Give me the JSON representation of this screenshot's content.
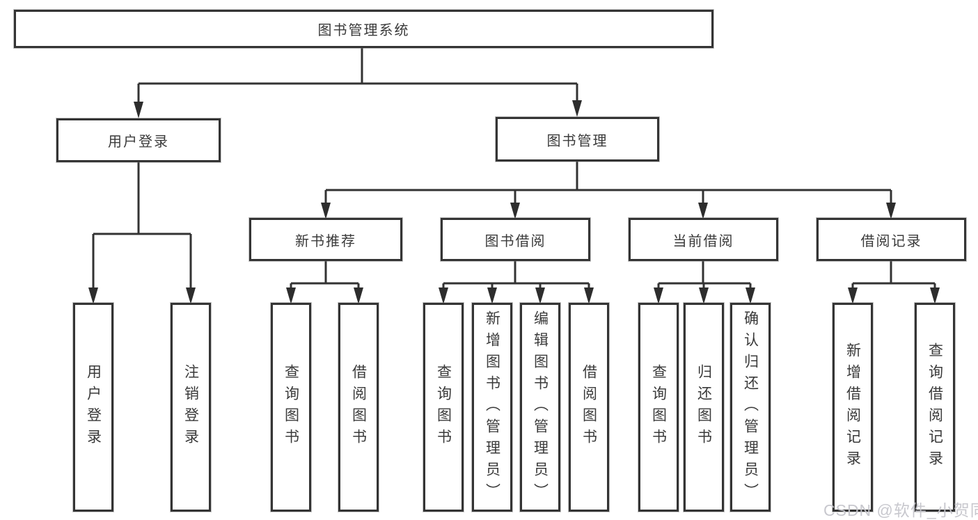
{
  "tree": {
    "root": {
      "label": "图书管理系统"
    },
    "level2": [
      {
        "label": "用户登录",
        "children": [
          "用户登录",
          "注销登录"
        ]
      },
      {
        "label": "图书管理"
      }
    ],
    "level3": [
      {
        "label": "新书推荐",
        "parent": "图书管理",
        "children": [
          "查询图书",
          "借阅图书"
        ]
      },
      {
        "label": "图书借阅",
        "parent": "图书管理",
        "children": [
          "查询图书",
          "新增图书（管理员）",
          "编辑图书（管理员）",
          "借阅图书"
        ]
      },
      {
        "label": "当前借阅",
        "parent": "图书管理",
        "children": [
          "查询图书",
          "归还图书",
          "确认归还（管理员）"
        ]
      },
      {
        "label": "借阅记录",
        "parent": "图书管理",
        "children": [
          "新增借阅记录",
          "查询借阅记录"
        ]
      }
    ]
  },
  "watermark": {
    "text": "CSDN @软件_小贺同学"
  },
  "colors": {
    "background": "#ffffff",
    "line": "#333333",
    "box_border": "#343434",
    "text": "#3a3a3a",
    "watermark": "#c5c5cb"
  }
}
